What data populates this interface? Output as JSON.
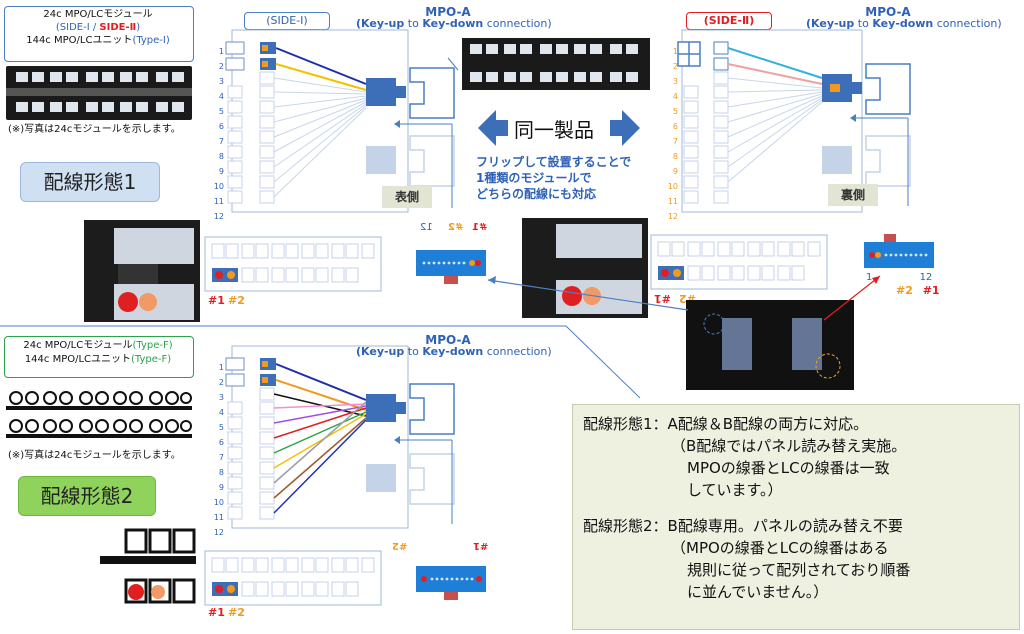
{
  "top_left": {
    "module_line1": "24c MPO/LCモジュール",
    "module_line2_pre": "(SIDE-Ⅰ / ",
    "module_line2_red": "SIDE-Ⅱ",
    "module_line2_post": ")",
    "unit_line": "144c MPO/LCユニット",
    "unit_type": "(Type-Ⅰ)",
    "photo_note": "(※)写真は24cモジュールを示します。"
  },
  "config1": {
    "title": "配線形態1",
    "side1_tag": "(SIDE-Ⅰ)",
    "side2_tag": "(SIDE-Ⅱ)",
    "mpo_title": "MPO-A",
    "mpo_sub_a": "(Key-up",
    "mpo_sub_to": " to ",
    "mpo_sub_b": "Key-down",
    "mpo_sub_c": " connection)",
    "front_label": "表側",
    "back_label": "裏側",
    "same_product": "同一製品",
    "flip_line1": "フリップして設置することで",
    "flip_line2": "1種類のモジュールで",
    "flip_line3": "どちらの配線にも対応",
    "port_numbers": [
      "1",
      "2",
      "3",
      "4",
      "5",
      "6",
      "7",
      "8",
      "9",
      "10",
      "11",
      "12"
    ],
    "lc_1": "#1",
    "lc_2": "#2",
    "conn_num_1": "1",
    "conn_num_12": "12"
  },
  "config2": {
    "module_line1": "24c MPO/LCモジュール",
    "module_type": "(Type-F)",
    "unit_line": "144c MPO/LCユニット",
    "unit_type": "(Type-F)",
    "photo_note": "(※)写真は24cモジュールを示します。",
    "title": "配線形態2",
    "mpo_title": "MPO-A",
    "lc_1": "#1",
    "lc_2": "#2"
  },
  "notes": {
    "line1": "配線形態1：A配線＆B配線の両方に対応。",
    "line2": "（B配線ではパネル読み替え実施。",
    "line3": "MPOの線番とLCの線番は一致",
    "line4": "しています。）",
    "line5": "配線形態2：B配線専用。パネルの読み替え不要",
    "line6": "（MPOの線番とLCの線番はある",
    "line7": "規則に従って配列されており順番",
    "line8": "に並んでいません。）"
  },
  "colors": {
    "accent_blue": "#2e62b8",
    "red": "#e02020",
    "green": "#2aa34a",
    "orange": "#f29a1f"
  }
}
